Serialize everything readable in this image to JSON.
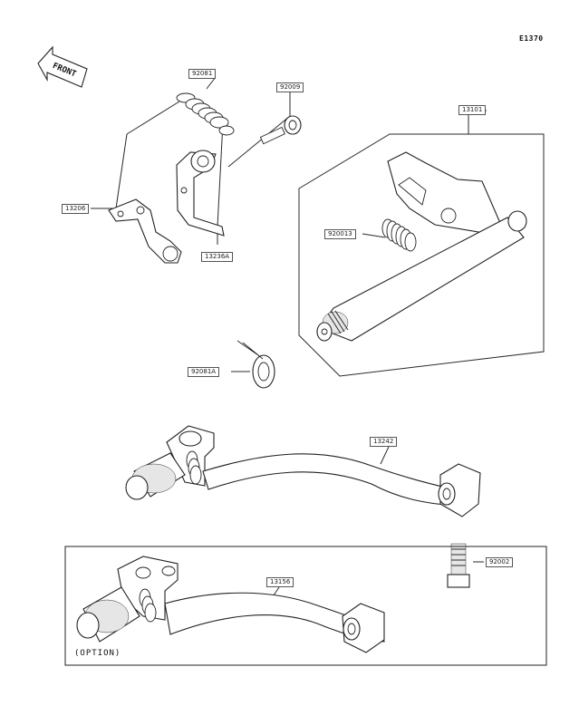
{
  "diagram": {
    "reference_code": "E1370",
    "front_label": "FRONT",
    "option_label": "(OPTION)",
    "callouts": [
      {
        "id": "92081",
        "text": "92081"
      },
      {
        "id": "92009",
        "text": "92009"
      },
      {
        "id": "13101",
        "text": "13101"
      },
      {
        "id": "13206",
        "text": "13206"
      },
      {
        "id": "13236A",
        "text": "13236A"
      },
      {
        "id": "920013",
        "text": "920013"
      },
      {
        "id": "92081A",
        "text": "92081A"
      },
      {
        "id": "13242",
        "text": "13242"
      },
      {
        "id": "92002",
        "text": "92002"
      },
      {
        "id": "13156",
        "text": "13156"
      }
    ]
  }
}
